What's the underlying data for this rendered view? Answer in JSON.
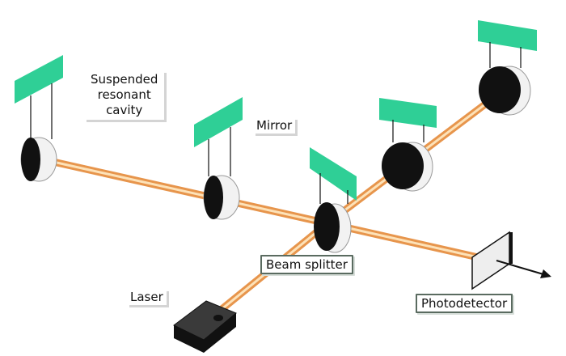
{
  "labels": {
    "cavity_line1": "Suspended",
    "cavity_line2": "resonant",
    "cavity_line3": "cavity",
    "mirror": "Mirror",
    "beam_splitter": "Beam splitter",
    "laser": "Laser",
    "photodetector": "Photodetector"
  },
  "colors": {
    "suspension_green": "#2fcf96",
    "beam": "#f1a65a",
    "beam_core": "#fbe1b9",
    "mirror_dark": "#111111",
    "mirror_light": "#f1f1f1",
    "outline": "#111111",
    "label_border": "#5a6b60"
  },
  "icons": [
    "suspended-mirror-icon",
    "laser-icon",
    "photodetector-icon",
    "output-arrow-icon"
  ]
}
